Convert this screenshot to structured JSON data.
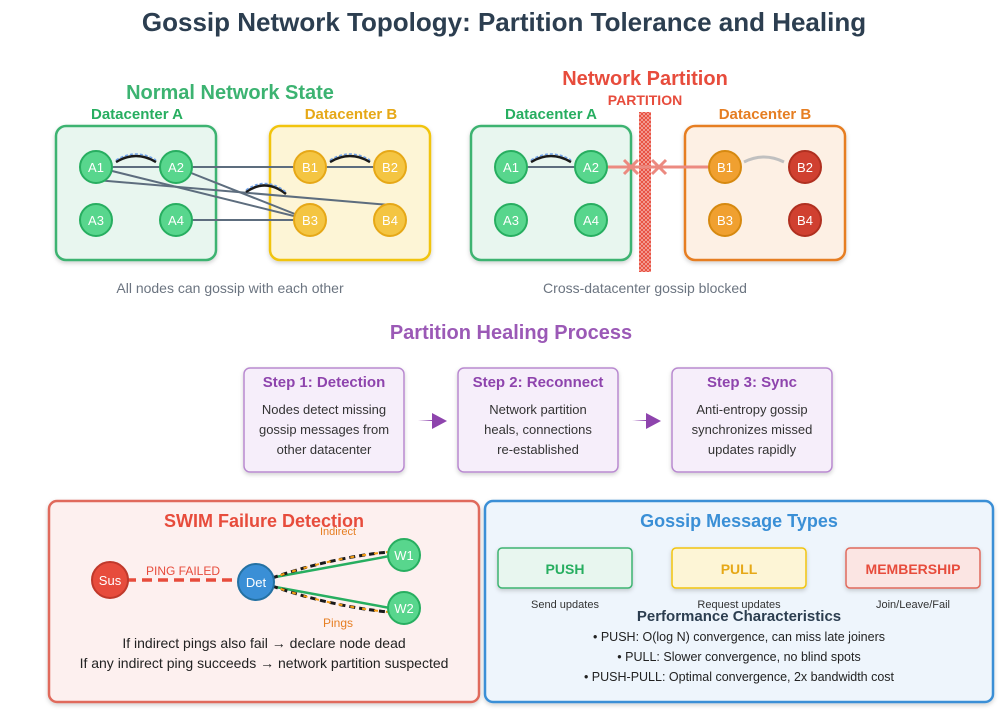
{
  "title": "Gossip Network Topology: Partition Tolerance and Healing",
  "normal": {
    "heading": "Normal Network State",
    "dc_a_label": "Datacenter A",
    "dc_b_label": "Datacenter B",
    "nodes_a": [
      "A1",
      "A2",
      "A3",
      "A4"
    ],
    "nodes_b": [
      "B1",
      "B2",
      "B3",
      "B4"
    ],
    "caption": "All nodes can gossip with each other"
  },
  "partition": {
    "heading": "Network Partition",
    "barrier_label": "PARTITION",
    "dc_a_label": "Datacenter A",
    "dc_b_label": "Datacenter B",
    "nodes_a": [
      "A1",
      "A2",
      "A3",
      "A4"
    ],
    "nodes_b": [
      "B1",
      "B2",
      "B3",
      "B4"
    ],
    "caption": "Cross-datacenter gossip blocked"
  },
  "healing": {
    "heading": "Partition Healing Process",
    "steps": [
      {
        "title": "Step 1: Detection",
        "lines": [
          "Nodes detect missing",
          "gossip messages from",
          "other datacenter"
        ]
      },
      {
        "title": "Step 2: Reconnect",
        "lines": [
          "Network partition",
          "heals, connections",
          "re-established"
        ]
      },
      {
        "title": "Step 3: Sync",
        "lines": [
          "Anti-entropy gossip",
          "synchronizes missed",
          "updates rapidly"
        ]
      }
    ]
  },
  "swim": {
    "heading": "SWIM Failure Detection",
    "suspect_label": "Sus",
    "detector_label": "Det",
    "witness_labels": [
      "W1",
      "W2"
    ],
    "ping_failed": "PING FAILED",
    "indirect": "Indirect",
    "pings": "Pings",
    "note_1": "If indirect pings also fail → declare node dead",
    "note_2": "If any indirect ping succeeds → network partition suspected"
  },
  "messages": {
    "heading": "Gossip Message Types",
    "types": [
      {
        "label": "PUSH",
        "desc": "Send updates"
      },
      {
        "label": "PULL",
        "desc": "Request updates"
      },
      {
        "label": "MEMBERSHIP",
        "desc": "Join/Leave/Fail"
      }
    ],
    "perf_heading": "Performance Characteristics",
    "perf_items": [
      "• PUSH: O(log N) convergence, can miss late joiners",
      "• PULL: Slower convergence, no blind spots",
      "• PUSH-PULL: Optimal convergence, 2x bandwidth cost"
    ]
  },
  "colors": {
    "title": "#2c3e50",
    "green": "#27ae60",
    "green_light": "#58d68d",
    "green_bg": "#e8f6ef",
    "yellow": "#f1c40f",
    "yellow_node": "#f4c542",
    "yellow_bg": "#fdf5d6",
    "orange": "#e67e22",
    "orange_node": "#f0a030",
    "red": "#e74c3c",
    "red_node": "#d04030",
    "purple": "#9b59b6",
    "blue": "#3a8fd6",
    "gray_text": "#6b7480"
  }
}
